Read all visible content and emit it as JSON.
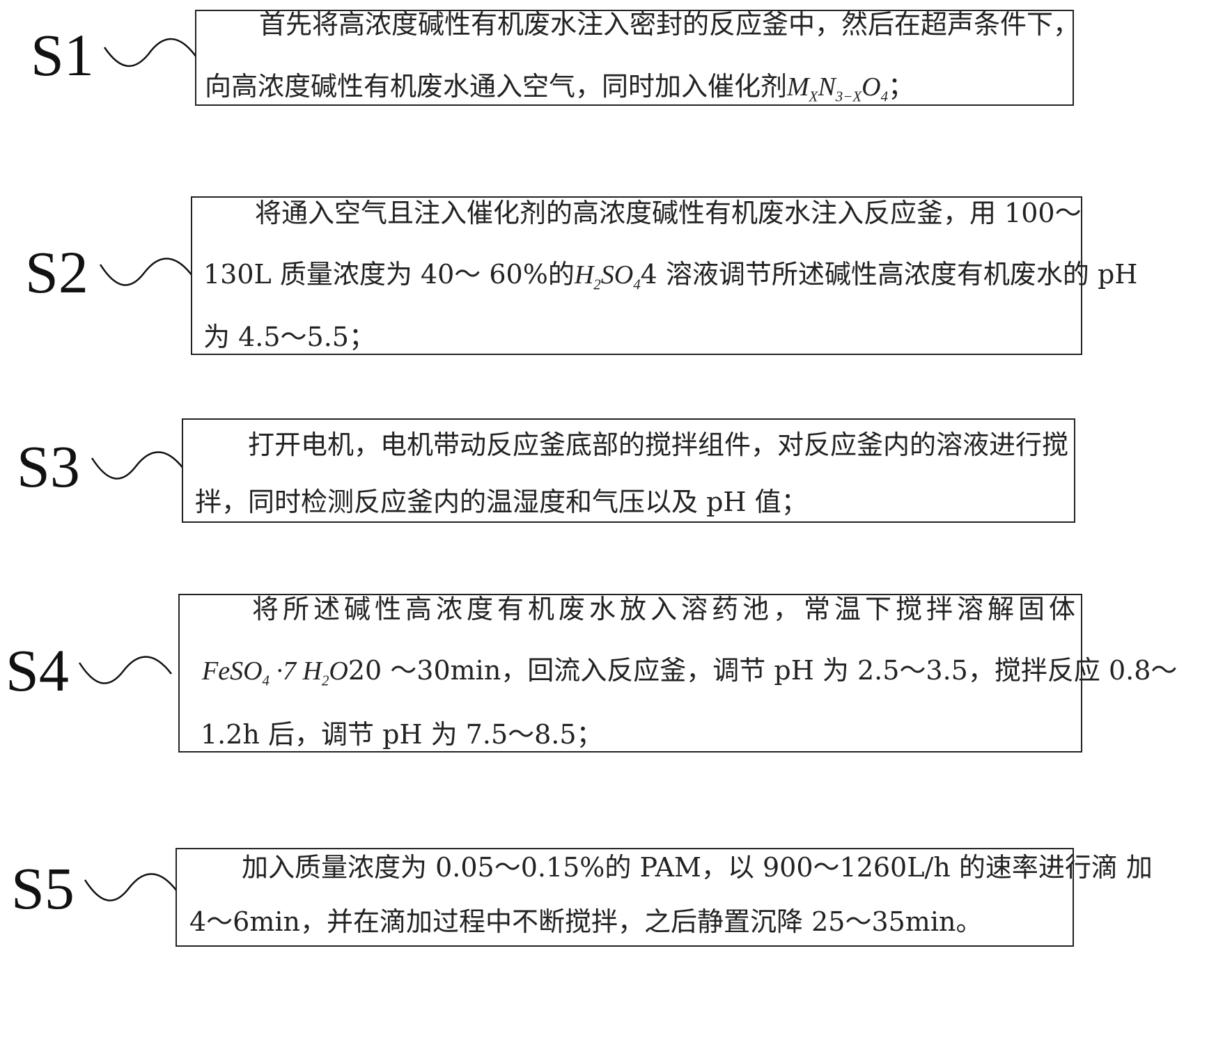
{
  "steps": [
    {
      "id": "S1",
      "lines": [
        "首先将高浓度碱性有机废水注入密封的反应釜中，然后在超声条件下，",
        "向高浓度碱性有机废水通入空气，同时加入催化剂",
        "；"
      ],
      "formula": "M_xN_3-xO_4"
    },
    {
      "id": "S2",
      "lines": [
        "将通入空气且注入催化剂的高浓度碱性有机废水注入反应釜，用 100～",
        "130L 质量浓度为 40～  60%的",
        "4 溶液调节所述碱性高浓度有机废水的 pH",
        "为 4.5～5.5；"
      ],
      "formula": "H2SO4"
    },
    {
      "id": "S3",
      "lines": [
        "打开电机，电机带动反应釜底部的搅拌组件，对反应釜内的溶液进行搅",
        "拌，同时检测反应釜内的温湿度和气压以及 pH 值；"
      ]
    },
    {
      "id": "S4",
      "lines": [
        "将所述碱性高浓度有机废水放入溶药池，常温下搅拌溶解固体",
        "20 ～30min，回流入反应釜，调节 pH 为 2.5～3.5，搅拌反应 0.8～",
        "1.2h 后，调节 pH 为 7.5～8.5；"
      ],
      "formula": "FeSO4·7H2O"
    },
    {
      "id": "S5",
      "lines": [
        "加入质量浓度为 0.05～0.15%的 PAM，以 900～1260L/h 的速率进行滴 加",
        "4～6min，并在滴加过程中不断搅拌，之后静置沉降 25～35min。"
      ]
    }
  ]
}
